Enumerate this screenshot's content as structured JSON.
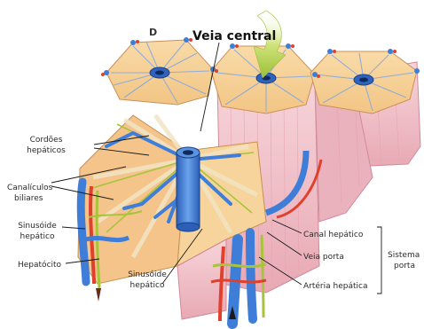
{
  "panel_letter": "D",
  "labels": {
    "veia_central": "Veia central",
    "cordoes_1": "Cordões",
    "cordoes_2": "hepáticos",
    "canaliculos_1": "Canalículos",
    "canaliculos_2": "biliares",
    "sinusoide_1": "Sinusóide",
    "sinusoide_2": "hepático",
    "hepatocito": "Hepatócito",
    "sinusoide_bottom_1": "Sinusóide",
    "sinusoide_bottom_2": "hepático",
    "canal_hepatico": "Canal hepático",
    "veia_porta": "Veia porta",
    "arteria_hepatica": "Artéria hepática",
    "sistema": "Sistema",
    "porta": "porta"
  },
  "colors": {
    "lobule_face": "#f6cf92",
    "lobule_side": "#f2c0c8",
    "vein_blue": "#3f7ed8",
    "artery_red": "#e0402c",
    "bile_green": "#a8c43a",
    "arrow_green": "#b6d240"
  }
}
